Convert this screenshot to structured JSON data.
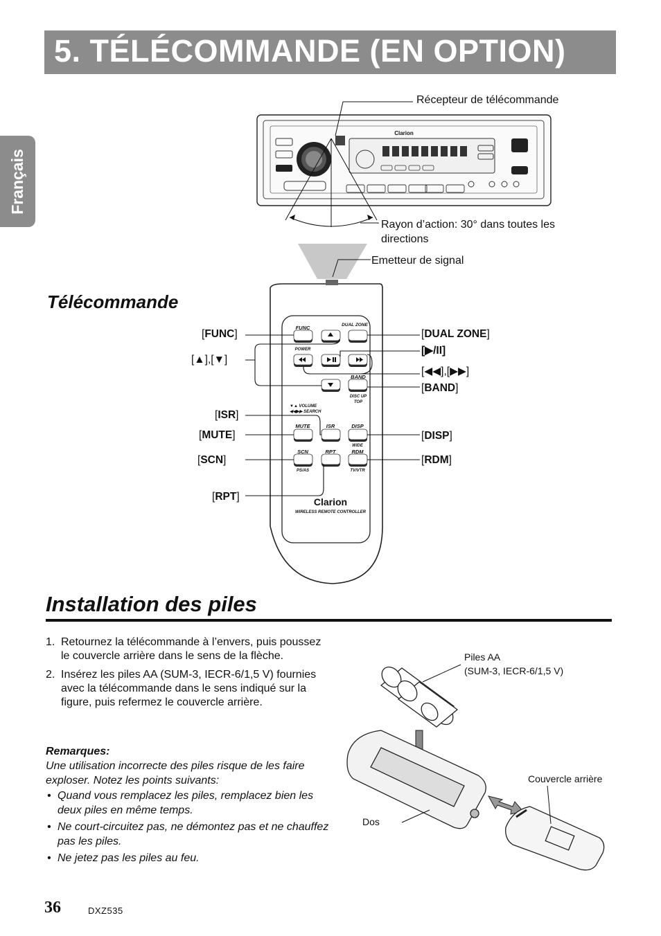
{
  "header": {
    "title": "5. TÉLÉCOMMANDE (EN OPTION)",
    "side_tab": "Français"
  },
  "unit_diagram": {
    "receiver_label": "Récepteur de télécommande",
    "range_label": "Rayon d’action: 30° dans toutes les directions",
    "emitter_label": "Emetteur de signal",
    "brand": "Clarion"
  },
  "remote_section": {
    "title": "Télécommande",
    "callouts": {
      "func": "FUNC",
      "up_down": "[▲],[▼]",
      "isr": "ISR",
      "mute": "MUTE",
      "scn": "SCN",
      "rpt": "RPT",
      "dual_zone": "DUAL ZONE",
      "play_pause": "[▶/II]",
      "seek": "[◀◀],[▶▶]",
      "band": "BAND",
      "disp": "DISP",
      "rdm": "RDM"
    },
    "remote": {
      "func": "FUNC",
      "dual_zone": "DUAL ZONE",
      "power": "POWER",
      "band": "BAND",
      "disc_up": "DISC UP",
      "top": "TOP",
      "volume": "▼▲ VOLUME",
      "search": "◀◀▶▶ SEARCH",
      "mute": "MUTE",
      "isr": "ISR",
      "disp": "DISP",
      "wide": "WIDE",
      "scn": "SCN",
      "rpt": "RPT",
      "rdm": "RDM",
      "ps_as": "PS/AS",
      "tv_vtr": "TV/VTR",
      "brand": "Clarion",
      "caption": "WIRELESS REMOTE CONTROLLER"
    }
  },
  "battery_section": {
    "title": "Installation des piles",
    "steps": [
      {
        "num": "1.",
        "text": "Retournez la télécommande à l’envers, puis poussez le couvercle arrière dans le sens de la flèche."
      },
      {
        "num": "2.",
        "text": "Insérez les piles AA (SUM-3, IECR-6/1,5 V) fournies avec la télécommande dans le sens indiqué sur la figure, puis refermez le couvercle arrière."
      }
    ],
    "notes_title": "Remarques:",
    "notes_intro": "Une utilisation incorrecte des piles risque de les faire exploser. Notez les points suivants:",
    "notes": [
      "Quand vous remplacez les piles, remplacez bien les deux piles en même temps.",
      "Ne court-circuitez pas, ne démontez pas et ne chauffez pas les piles.",
      "Ne jetez pas les piles au feu."
    ],
    "bullet": "•",
    "figure": {
      "batteries_label_1": "Piles AA",
      "batteries_label_2": "(SUM-3, IECR-6/1,5 V)",
      "cover_label": "Couvercle arrière",
      "back_label": "Dos"
    }
  },
  "footer": {
    "page_number": "36",
    "model": "DXZ535"
  }
}
